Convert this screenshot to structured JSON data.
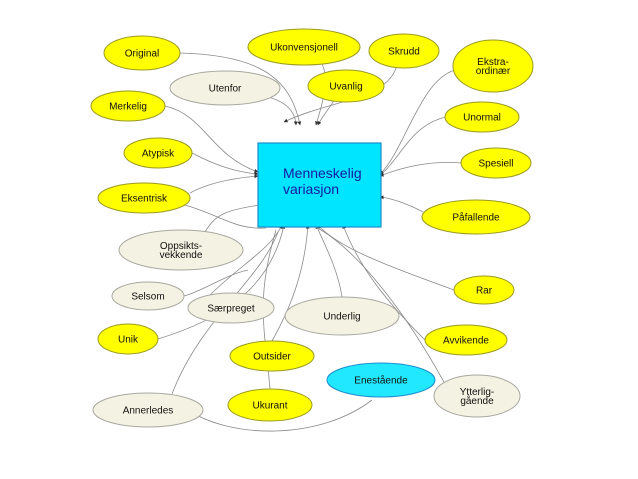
{
  "center": {
    "lines": [
      "Menneskelig",
      "variasjon"
    ]
  },
  "colors": {
    "center_fill": "#00e5ff",
    "center_stroke": "#1a8ccc",
    "center_text": "#1a1aa6",
    "yellow": "#ffff00",
    "yellow_stroke": "#9a9a22",
    "beige": "#f4f2e2",
    "beige_stroke": "#a8a8a0",
    "cyan": "#22e8ff",
    "cyan_stroke": "#1a8ccc",
    "connector": "#8a8a8a"
  },
  "nodes": [
    {
      "id": "original",
      "lines": [
        "Original"
      ],
      "style": "yellow"
    },
    {
      "id": "ukonvensjonell",
      "lines": [
        "Ukonvensjonell"
      ],
      "style": "yellow"
    },
    {
      "id": "skrudd",
      "lines": [
        "Skrudd"
      ],
      "style": "yellow"
    },
    {
      "id": "ekstraordinaer",
      "lines": [
        "Ekstra-",
        "ordinær"
      ],
      "style": "yellow"
    },
    {
      "id": "utenfor",
      "lines": [
        "Utenfor"
      ],
      "style": "beige"
    },
    {
      "id": "uvanlig",
      "lines": [
        "Uvanlig"
      ],
      "style": "yellow"
    },
    {
      "id": "merkelig",
      "lines": [
        "Merkelig"
      ],
      "style": "yellow"
    },
    {
      "id": "unormal",
      "lines": [
        "Unormal"
      ],
      "style": "yellow"
    },
    {
      "id": "atypisk",
      "lines": [
        "Atypisk"
      ],
      "style": "yellow"
    },
    {
      "id": "spesiell",
      "lines": [
        "Spesiell"
      ],
      "style": "yellow"
    },
    {
      "id": "eksentrisk",
      "lines": [
        "Eksentrisk"
      ],
      "style": "yellow"
    },
    {
      "id": "pafallende",
      "lines": [
        "Påfallende"
      ],
      "style": "yellow"
    },
    {
      "id": "oppsiktsvekkende",
      "lines": [
        "Oppsikts-",
        "vekkende"
      ],
      "style": "beige"
    },
    {
      "id": "selsom",
      "lines": [
        "Selsom"
      ],
      "style": "beige"
    },
    {
      "id": "saerpreget",
      "lines": [
        "Særpreget"
      ],
      "style": "beige"
    },
    {
      "id": "rar",
      "lines": [
        "Rar"
      ],
      "style": "yellow"
    },
    {
      "id": "underlig",
      "lines": [
        "Underlig"
      ],
      "style": "beige"
    },
    {
      "id": "unik",
      "lines": [
        "Unik"
      ],
      "style": "yellow"
    },
    {
      "id": "avvikende",
      "lines": [
        "Avvikende"
      ],
      "style": "yellow"
    },
    {
      "id": "outsider",
      "lines": [
        "Outsider"
      ],
      "style": "yellow"
    },
    {
      "id": "enestaende",
      "lines": [
        "Enestående"
      ],
      "style": "cyan"
    },
    {
      "id": "annerledes",
      "lines": [
        "Annerledes"
      ],
      "style": "beige"
    },
    {
      "id": "ukurant",
      "lines": [
        "Ukurant"
      ],
      "style": "yellow"
    },
    {
      "id": "ytterliggaende",
      "lines": [
        "Ytterlig-",
        "gående"
      ],
      "style": "beige"
    }
  ]
}
